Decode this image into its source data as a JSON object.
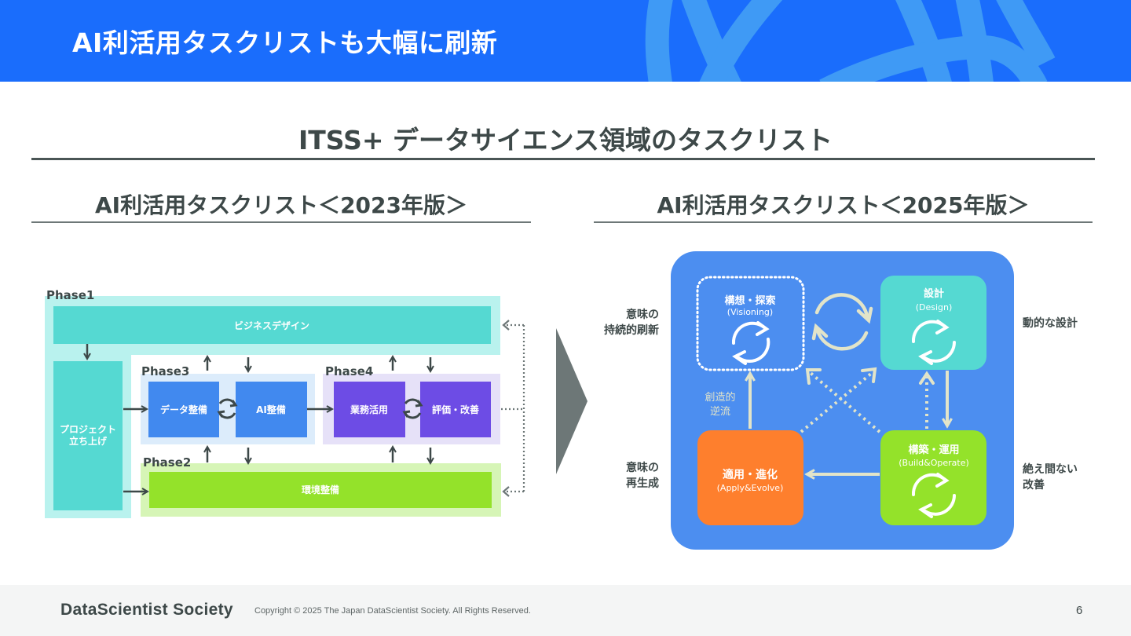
{
  "header": {
    "title": "AI利活用タスクリストも大幅に刷新"
  },
  "main_title": "ITSS+ データサイエンス領域のタスクリスト",
  "left": {
    "title": "AI利活用タスクリスト＜2023年版＞",
    "phases": {
      "phase1": "Phase1",
      "phase2": "Phase2",
      "phase3": "Phase3",
      "phase4": "Phase4"
    },
    "boxes": {
      "business_design": "ビジネスデザイン",
      "project_launch_line1": "プロジェクト",
      "project_launch_line2": "立ち上げ",
      "data_prep": "データ整備",
      "ai_prep": "AI整備",
      "business_use": "業務活用",
      "evaluation": "評価・改善",
      "environment": "環境整備"
    }
  },
  "right": {
    "title": "AI利活用タスクリスト＜2025年版＞",
    "nodes": {
      "visioning": {
        "title": "構想・探索",
        "subtitle": "(Visioning)"
      },
      "design": {
        "title": "設計",
        "subtitle": "(Design)"
      },
      "apply": {
        "title": "適用・進化",
        "subtitle": "(Apply&Evolve)"
      },
      "build": {
        "title": "構築・運用",
        "subtitle": "(Build&Operate)"
      }
    },
    "center_label_line1": "創造的",
    "center_label_line2": "逆流",
    "side_labels": {
      "top_left_line1": "意味の",
      "top_left_line2": "持続的刷新",
      "bottom_left_line1": "意味の",
      "bottom_left_line2": "再生成",
      "top_right": "動的な設計",
      "bottom_right_line1": "絶え間ない",
      "bottom_right_line2": "改善"
    }
  },
  "colors": {
    "header_blue": "#1a6dfc",
    "teal": "#55d9d2",
    "phase1_bg": "#b9f2ee",
    "phase3_bg": "#dcecfb",
    "phase3_box": "#4189ef",
    "phase4_bg": "#e6e1f8",
    "phase4_box": "#6d4ce5",
    "phase2_bg": "#d6f5b6",
    "phase2_box": "#94e22a",
    "cycle_bg": "#4c8ef0",
    "orange": "#fe7f2d",
    "cream": "#e2e4c9",
    "dark": "#3d4848"
  },
  "footer": {
    "brand": "DataScientist Society",
    "copyright": "Copyright © 2025 The Japan DataScientist Society. All Rights Reserved.",
    "page_number": "6"
  }
}
